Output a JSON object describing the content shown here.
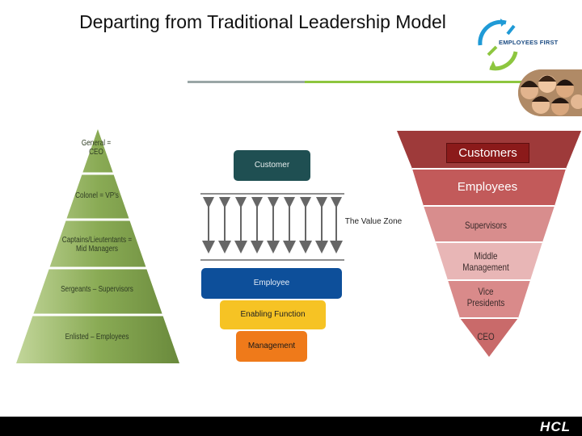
{
  "title": "Departing from Traditional Leadership Model",
  "logo": {
    "text": "EMPLOYEES FIRST",
    "brand_colors": [
      "#1f9ad6",
      "#8dc63f",
      "#1c4c83"
    ]
  },
  "left_pyramid": {
    "levels": [
      "General = CEO",
      "Colonel = VP's",
      "Captains/Lieutentants = Mid Managers",
      "Sergeants – Supervisors",
      "Enlisted – Employees"
    ],
    "color": "#8fae5a"
  },
  "middle": {
    "customer": "Customer",
    "value_zone": "The Value Zone",
    "employee": "Employee",
    "enabling_function": "Enabling Function",
    "management": "Management"
  },
  "right_pyramid": {
    "levels": [
      "Customers",
      "Employees",
      "Supervisors",
      "Middle Management",
      "Vice Presidents",
      "CEO"
    ]
  },
  "footer": {
    "brand": "HCL"
  }
}
